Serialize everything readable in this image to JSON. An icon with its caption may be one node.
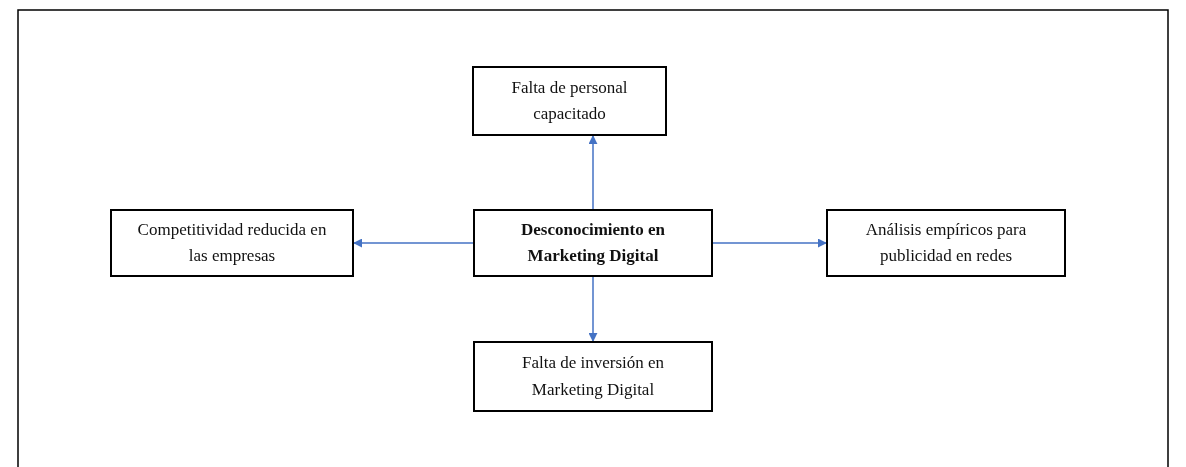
{
  "diagram": {
    "nodes": [
      {
        "text": [
          "Desconocimiento en Marketing Digital"
        ]
      },
      {
        "text": [
          "Falta de personal capacitado"
        ]
      },
      {
        "text": [
          "Competitividad reducida en las empresas"
        ]
      },
      {
        "text": [
          "Análisis empíricos para publicidad en redes"
        ]
      },
      {
        "text": [
          "Falta de inversión en Marketing Digital"
        ]
      }
    ],
    "edges": [
      {
        "from": 0,
        "to": 1,
        "arrow": "to"
      },
      {
        "from": 0,
        "to": 2,
        "arrow": "to"
      },
      {
        "from": 0,
        "to": 3,
        "arrow": "to"
      },
      {
        "from": 0,
        "to": 4,
        "arrow": "to"
      }
    ]
  }
}
